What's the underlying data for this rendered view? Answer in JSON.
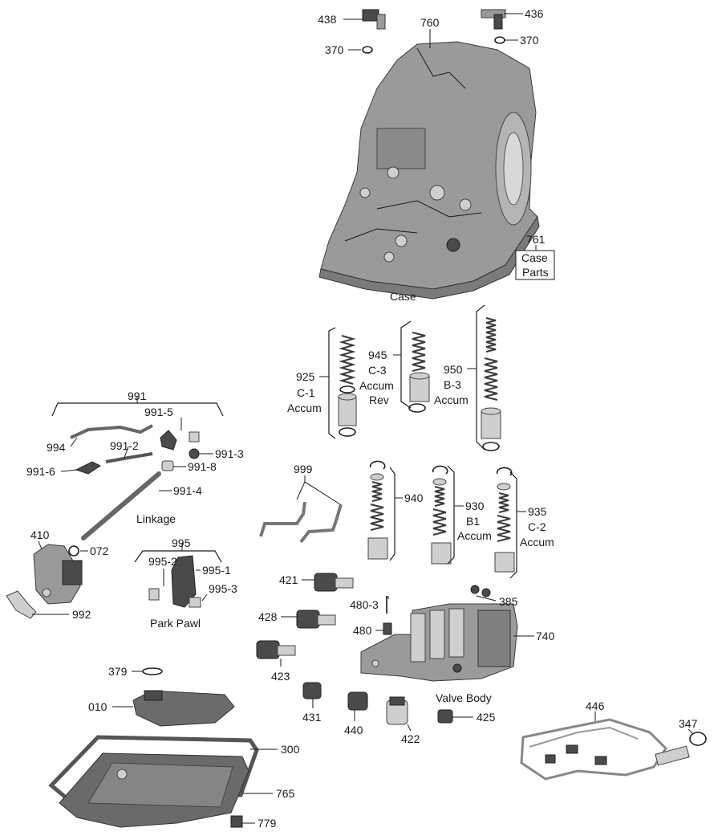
{
  "captions": {
    "case": "Case",
    "linkage": "Linkage",
    "park_pawl": "Park Pawl",
    "valve_body": "Valve Body"
  },
  "parts": {
    "p438": "438",
    "p760": "760",
    "p436": "436",
    "p370a": "370",
    "p370b": "370",
    "p761": "761",
    "p761_box_line1": "Case",
    "p761_box_line2": "Parts",
    "p925": "925",
    "p925_l1": "C-1",
    "p925_l2": "Accum",
    "p945": "945",
    "p945_l1": "C-3",
    "p945_l2": "Accum",
    "p945_l3": "Rev",
    "p950": "950",
    "p950_l1": "B-3",
    "p950_l2": "Accum",
    "p991": "991",
    "p991_5": "991-5",
    "p994": "994",
    "p991_2": "991-2",
    "p991_3": "991-3",
    "p991_6": "991-6",
    "p991_8": "991-8",
    "p991_4": "991-4",
    "p999": "999",
    "p940": "940",
    "p930": "930",
    "p930_l1": "B1",
    "p930_l2": "Accum",
    "p935": "935",
    "p935_l1": "C-2",
    "p935_l2": "Accum",
    "p410": "410",
    "p072": "072",
    "p995": "995",
    "p995_2": "995-2",
    "p995_1": "995-1",
    "p995_3": "995-3",
    "p992": "992",
    "p421": "421",
    "p385": "385",
    "p480_3": "480-3",
    "p428": "428",
    "p480": "480",
    "p740": "740",
    "p423": "423",
    "p379": "379",
    "p431": "431",
    "p440": "440",
    "p422": "422",
    "p425": "425",
    "p446": "446",
    "p347": "347",
    "p010": "010",
    "p300": "300",
    "p765": "765",
    "p779": "779"
  }
}
